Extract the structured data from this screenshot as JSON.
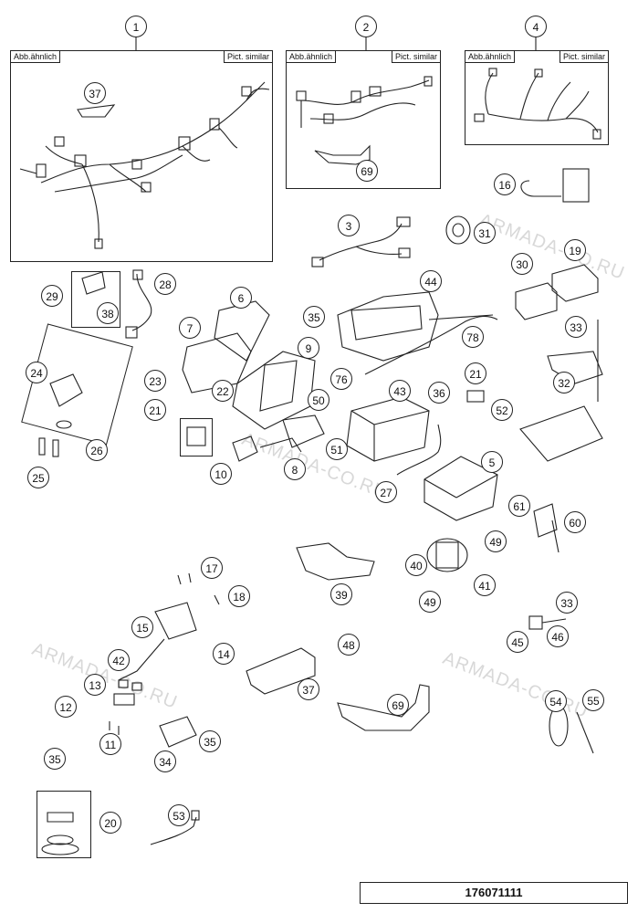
{
  "frame_labels": {
    "left": "Abb.ähnlich",
    "right": "Pict. similar"
  },
  "watermark": "ARMADA-CO.RU",
  "part_number": "176071111",
  "callouts": {
    "c1": "1",
    "c2": "2",
    "c4": "4",
    "c37a": "37",
    "c69a": "69",
    "c16": "16",
    "c3": "3",
    "c31": "31",
    "c19": "19",
    "c30": "30",
    "c44": "44",
    "c28": "28",
    "c29": "29",
    "c38": "38",
    "c6": "6",
    "c7": "7",
    "c35a": "35",
    "c33a": "33",
    "c9": "9",
    "c78": "78",
    "c32": "32",
    "c24": "24",
    "c23": "23",
    "c22": "22",
    "c21a": "21",
    "c50": "50",
    "c76": "76",
    "c43": "43",
    "c36": "36",
    "c21b": "21",
    "c52": "52",
    "c26": "26",
    "c25": "25",
    "c10": "10",
    "c51": "51",
    "c8": "8",
    "c5": "5",
    "c27": "27",
    "c61": "61",
    "c60": "60",
    "c49a": "49",
    "c40": "40",
    "c41": "41",
    "c49b": "49",
    "c39": "39",
    "c17": "17",
    "c18": "18",
    "c33b": "33",
    "c15": "15",
    "c46": "46",
    "c45": "45",
    "c14": "14",
    "c48": "48",
    "c42": "42",
    "c37b": "37",
    "c13": "13",
    "c12": "12",
    "c69b": "69",
    "c54": "54",
    "c55": "55",
    "c11": "11",
    "c35b": "35",
    "c34": "34",
    "c35c": "35",
    "c20": "20",
    "c53": "53"
  }
}
